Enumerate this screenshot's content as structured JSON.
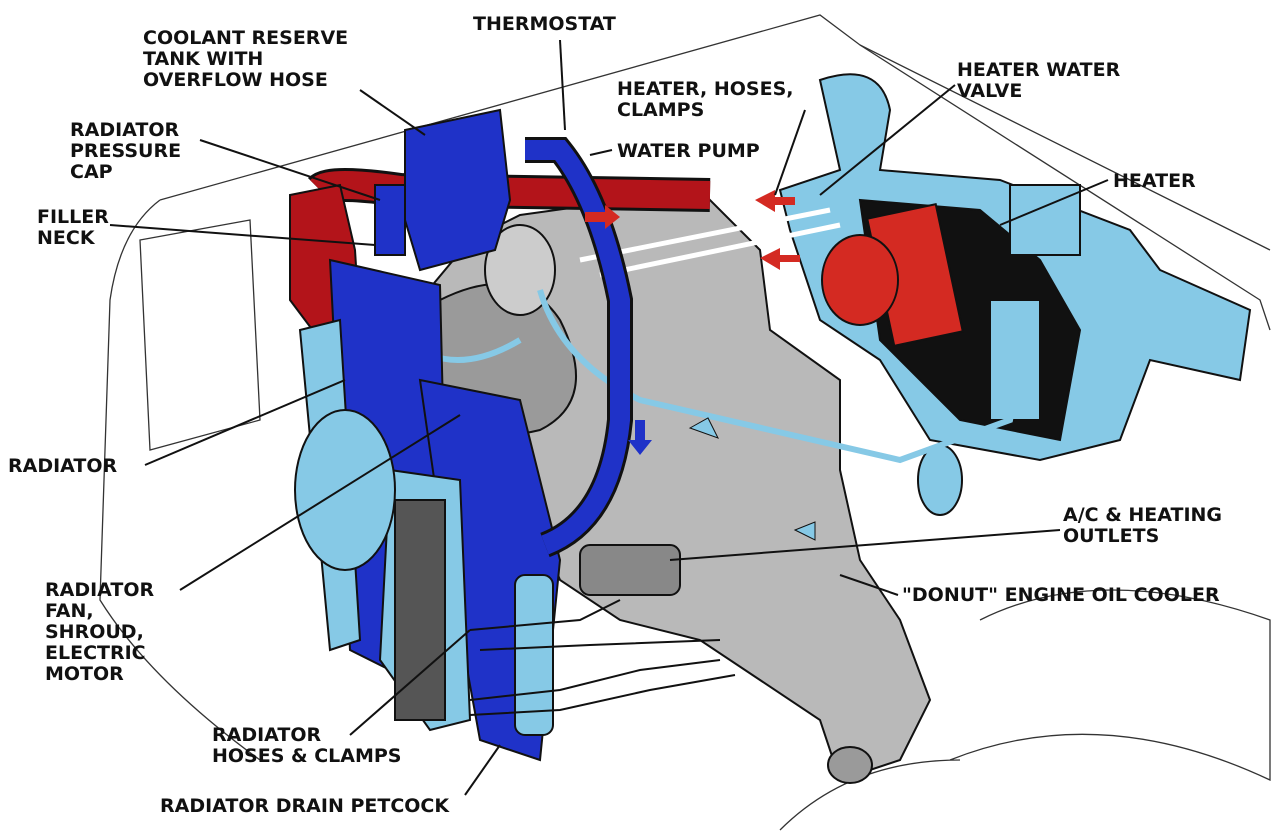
{
  "diagram": {
    "type": "engine cooling system cutaway illustration",
    "colors": {
      "coolant_hot": "#b3141a",
      "coolant_cold": "#1f32c8",
      "heater_air": "#86c9e6",
      "engine": "#b9b9b9",
      "outline": "#111111"
    },
    "labels": {
      "coolant_tank": [
        "COOLANT RESERVE",
        "TANK WITH",
        "OVERFLOW HOSE"
      ],
      "thermostat": "THERMOSTAT",
      "heater_hoses": [
        "HEATER, HOSES,",
        "CLAMPS"
      ],
      "heater_valve": [
        "HEATER WATER",
        "VALVE"
      ],
      "water_pump": "WATER PUMP",
      "heater": "HEATER",
      "pressure_cap": [
        "RADIATOR",
        "PRESSURE",
        "CAP"
      ],
      "filler_neck": [
        "FILLER",
        "NECK"
      ],
      "radiator": "RADIATOR",
      "ac_outlets": [
        "A/C & HEATING",
        "OUTLETS"
      ],
      "oil_cooler": "\"DONUT\" ENGINE OIL COOLER",
      "fan": [
        "RADIATOR",
        "FAN,",
        "SHROUD,",
        "ELECTRIC",
        "MOTOR"
      ],
      "radiator_hoses": [
        "RADIATOR",
        "HOSES & CLAMPS"
      ],
      "drain_petcock": "RADIATOR DRAIN PETCOCK"
    }
  }
}
